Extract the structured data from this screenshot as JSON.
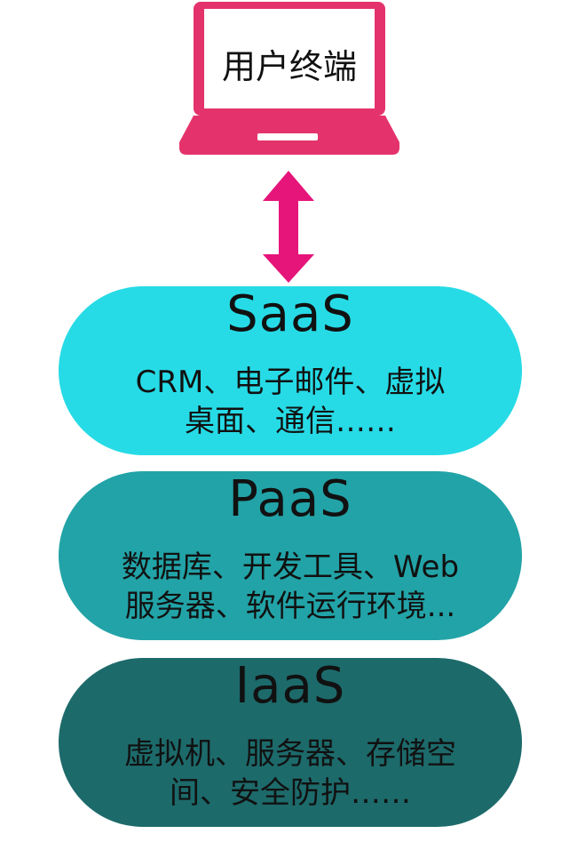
{
  "colors": {
    "terminal": "#e4336c",
    "arrow": "#e6157a",
    "saas": "#26dbe6",
    "paas": "#22a3a7",
    "iaas": "#1d6a6b"
  },
  "terminal": {
    "label": "用户终端",
    "icon": "laptop-icon"
  },
  "layers": [
    {
      "id": "saas",
      "title": "SaaS",
      "description": "CRM、电子邮件、虚拟\n桌面、通信……"
    },
    {
      "id": "paas",
      "title": "PaaS",
      "description": "数据库、开发工具、Web\n服务器、软件运行环境..."
    },
    {
      "id": "iaas",
      "title": "IaaS",
      "description": "虚拟机、服务器、存储空\n间、安全防护……"
    }
  ]
}
